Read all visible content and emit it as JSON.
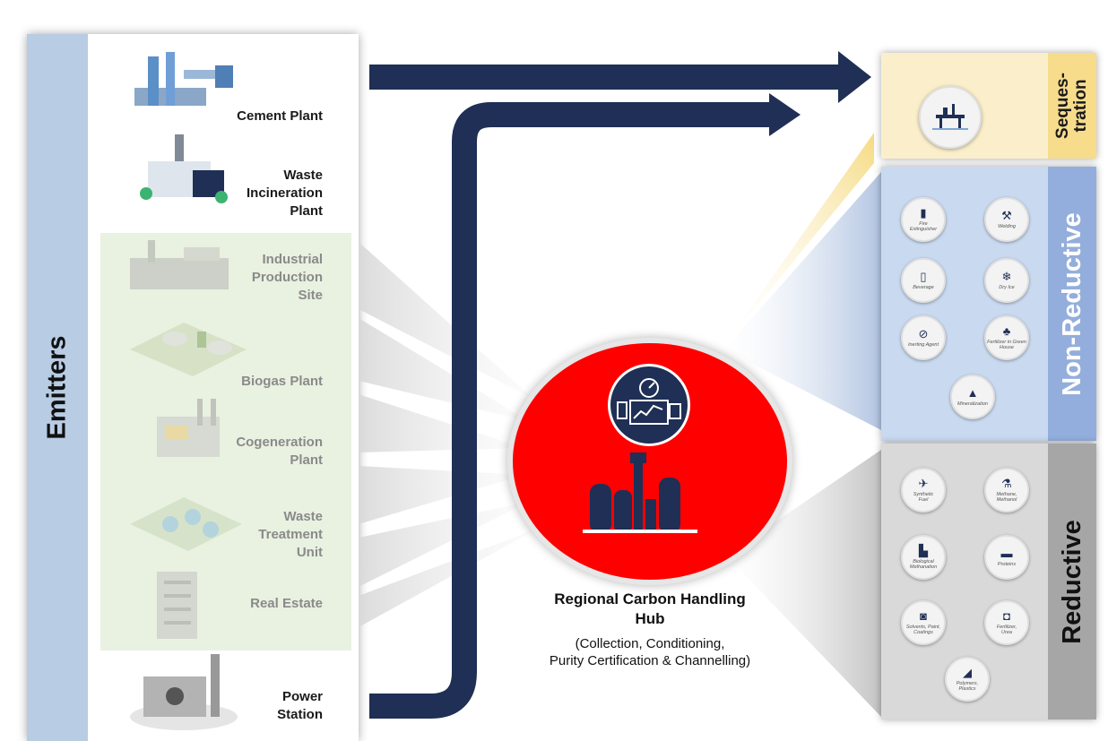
{
  "emitters": {
    "title": "Emitters",
    "items": [
      {
        "label": "Cement Plant",
        "style": "dark"
      },
      {
        "label": "Waste\nIncineration\nPlant",
        "style": "dark"
      },
      {
        "label": "Industrial\nProduction\nSite",
        "style": "grey"
      },
      {
        "label": "Biogas Plant",
        "style": "grey"
      },
      {
        "label": "Cogeneration\nPlant",
        "style": "grey"
      },
      {
        "label": "Waste\nTreatment\nUnit",
        "style": "grey"
      },
      {
        "label": "Real Estate",
        "style": "grey"
      },
      {
        "label": "Power\nStation",
        "style": "dark"
      }
    ]
  },
  "hub": {
    "title": "Regional Carbon Handling\nHub",
    "subtitle": "(Collection, Conditioning,\nPurity Certification & Channelling)"
  },
  "sequestration": {
    "title": "Seques-\ntration",
    "icon": "offshore-platform-icon"
  },
  "non_reductive": {
    "title": "Non-Reductive",
    "items": [
      {
        "label": "Fire\nExtinguisher",
        "icon": "fire-extinguisher-icon"
      },
      {
        "label": "Welding",
        "icon": "welding-icon"
      },
      {
        "label": "Beverage",
        "icon": "beverage-icon"
      },
      {
        "label": "Dry Ice",
        "icon": "dry-ice-icon"
      },
      {
        "label": "Inerting Agent",
        "icon": "inerting-agent-icon"
      },
      {
        "label": "Fertilizer in Green\nHouse",
        "icon": "plant-icon"
      },
      {
        "label": "Mineralization",
        "icon": "mineral-icon"
      }
    ]
  },
  "reductive": {
    "title": "Reductive",
    "items": [
      {
        "label": "Synthetic\nFuel",
        "icon": "airplane-icon"
      },
      {
        "label": "Methane,\nMethanol",
        "icon": "flask-icon"
      },
      {
        "label": "Biological\nMethanation",
        "icon": "bio-plant-icon"
      },
      {
        "label": "Proteins",
        "icon": "food-icon"
      },
      {
        "label": "Solvents, Paint,\nCoatings",
        "icon": "paint-can-icon"
      },
      {
        "label": "Fertilizer,\nUrea",
        "icon": "fertilizer-bag-icon"
      },
      {
        "label": "Polymers,\nPlastics",
        "icon": "shoe-icon"
      }
    ]
  },
  "colors": {
    "arrow": "#1f2f55",
    "hub": "#ff0000",
    "emitters_band": "#b8cce4",
    "sequestration": "#f7dc8c",
    "non_reductive": "#93aedc",
    "reductive": "#a6a6a6"
  }
}
